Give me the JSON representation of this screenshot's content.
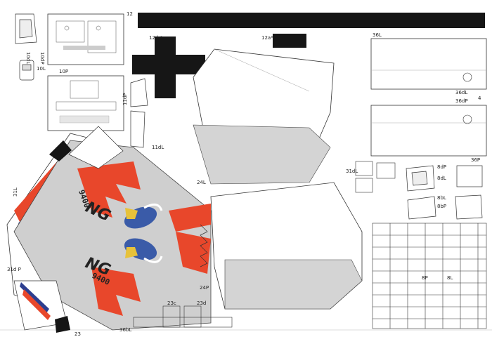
{
  "labels": {
    "l12": "12",
    "l12b": "12 b*",
    "l12a": "12a*",
    "l36L_top": "36L",
    "l36dL": "36dL",
    "l36dP": "36dP",
    "l36P": "36P",
    "l4": "4",
    "l10dL": "10dL",
    "l10dP": "10dP",
    "l10L": "10L",
    "l10P": "10P",
    "l11dP": "11dP",
    "l11dL": "11dL",
    "l24L": "24L",
    "l24P": "24P",
    "l31dL": "31dL",
    "l31dP": "31d P",
    "l31L": "31L",
    "l23": "23",
    "l23c": "23c",
    "l23d": "23d",
    "l36bL": "36bL",
    "l8dP": "8dP",
    "l8dL": "8dL",
    "l8P": "8P",
    "l8L": "8L",
    "l8bL": "8bL",
    "l8bP": "8bP"
  },
  "markings": {
    "tail_code_1": "NG",
    "tail_code_2": "NG",
    "serial_1": "9400",
    "serial_2": "9400"
  },
  "colors": {
    "panel_gray": "#cfcfcf",
    "accent_red": "#e8472b",
    "stripe_blue": "#2c3e8f",
    "black_part": "#161616"
  }
}
